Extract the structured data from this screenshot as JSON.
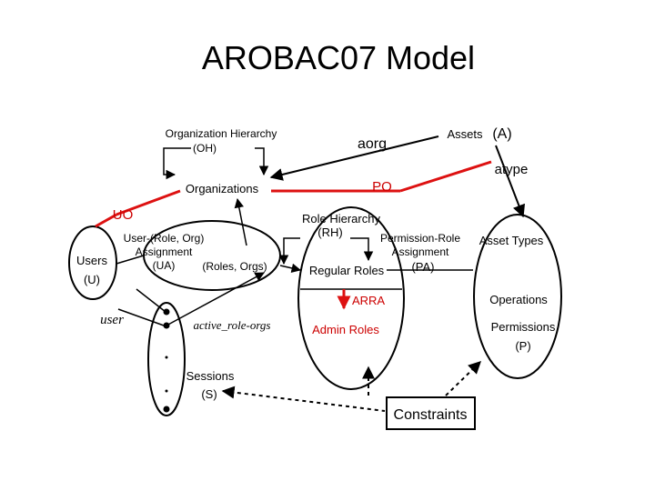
{
  "title": "AROBAC07 Model",
  "nodes": {
    "org_hierarchy": "Organization Hierarchy",
    "oh": "(OH)",
    "organizations": "Organizations",
    "aorg": "aorg",
    "assets": "Assets",
    "assets_abbr": "(A)",
    "atype": "atype",
    "po": "PO",
    "uo": "UO",
    "role_hierarchy": "Role Hierarchy",
    "rh": "(RH)",
    "user_role_org": "User-(Role, Org)",
    "assignment_ua": "Assignment",
    "ua": "(UA)",
    "roles_orgs": "(Roles, Orgs)",
    "users": "Users",
    "users_abbr": "(U)",
    "regular_roles": "Regular Roles",
    "perm_role": "Permission-Role",
    "assignment_pa": "Assignment",
    "pa": "(PA)",
    "asset_types": "Asset Types",
    "operations": "Operations",
    "permissions": "Permissions",
    "permissions_abbr": "(P)",
    "arra": "ARRA",
    "admin_roles": "Admin Roles",
    "user": "user",
    "active_role_orgs": "active_role-orgs",
    "sessions": "Sessions",
    "sessions_abbr": "(S)",
    "constraints": "Constraints"
  },
  "colors": {
    "edge": "#000000",
    "highlight": "#dd1111"
  }
}
